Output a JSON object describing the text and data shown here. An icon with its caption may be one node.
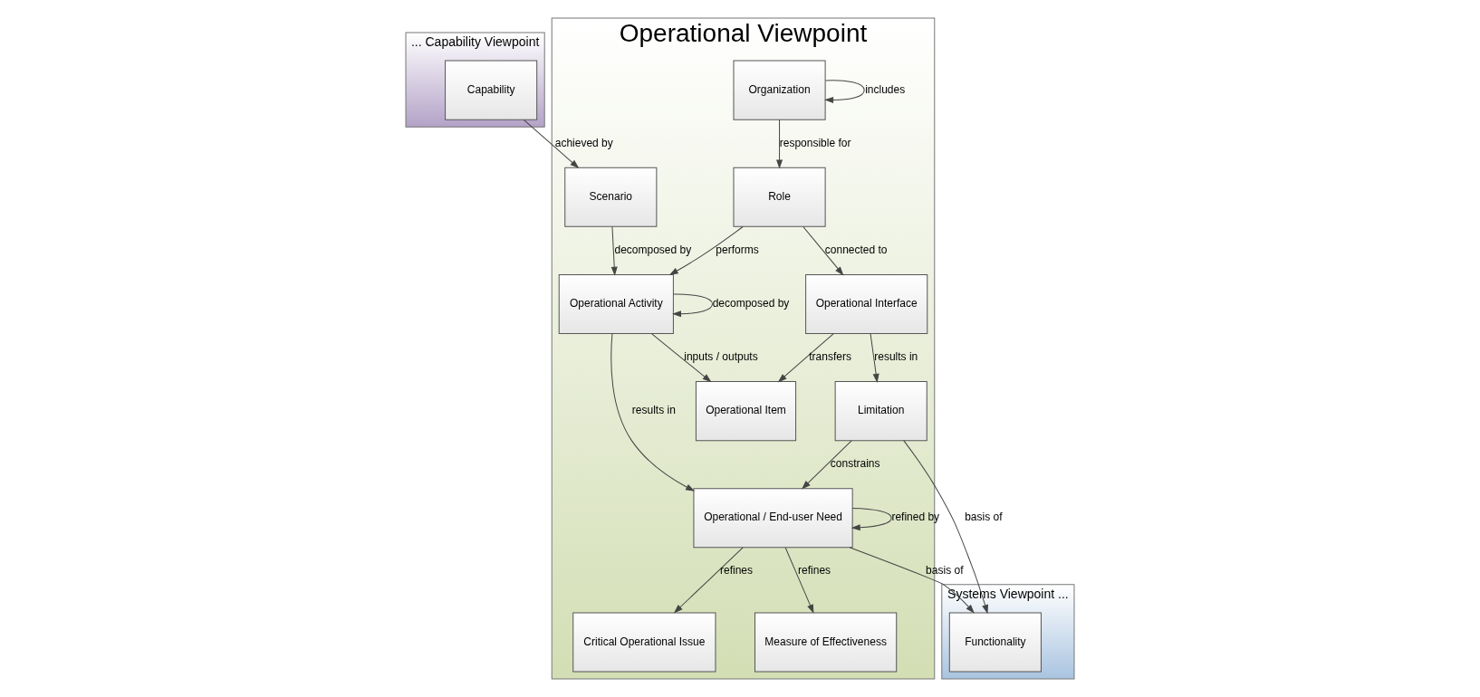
{
  "diagram": {
    "nodes": [
      {
        "text": [
          "... Capability Viewpoint"
        ]
      },
      {
        "text": [
          "Capability"
        ],
        "in": 0
      },
      {
        "text": [
          "Operational Viewpoint"
        ]
      },
      {
        "text": [
          "Organization"
        ],
        "in": 2
      },
      {
        "text": [
          "Scenario"
        ],
        "in": 2
      },
      {
        "text": [
          "Role"
        ],
        "in": 2
      },
      {
        "text": [
          "Critical Operational Issue"
        ],
        "in": 2
      },
      {
        "text": [
          "Measure of Effectiveness"
        ],
        "in": 2
      },
      {
        "text": [
          "Operational Activity"
        ],
        "in": 2
      },
      {
        "text": [
          "Operational / End-user Need"
        ],
        "in": 2
      },
      {
        "text": [
          "Operational Item"
        ],
        "in": 2
      },
      {
        "text": [
          "Operational Interface"
        ],
        "in": 2
      },
      {
        "text": [
          "Limitation"
        ],
        "in": 2
      },
      {
        "text": [
          "Systems Viewpoint ..."
        ]
      },
      {
        "text": [
          "Functionality"
        ],
        "in": 13
      }
    ],
    "edges": [
      {
        "from": 1,
        "to": 4,
        "arrow": "to",
        "label": "achieved by"
      },
      {
        "from": 3,
        "to": 3,
        "arrow": "to",
        "label": "includes"
      },
      {
        "from": 3,
        "to": 5,
        "arrow": "to",
        "label": "responsible for"
      },
      {
        "from": 4,
        "to": 8,
        "arrow": "to",
        "label": "decomposed by"
      },
      {
        "from": 5,
        "to": 8,
        "arrow": "to",
        "label": "performs"
      },
      {
        "from": 8,
        "to": 8,
        "arrow": "to",
        "label": "decomposed by"
      },
      {
        "from": 8,
        "to": 9,
        "arrow": "to",
        "label": "results in"
      },
      {
        "from": 5,
        "to": 11,
        "arrow": "to",
        "label": "connected to"
      },
      {
        "from": 8,
        "to": 10,
        "arrow": "to",
        "label": "inputs / outputs"
      },
      {
        "from": 9,
        "to": 6,
        "arrow": "to",
        "label": "refines"
      },
      {
        "from": 9,
        "to": 7,
        "arrow": "to",
        "label": "refines"
      },
      {
        "from": 9,
        "to": 9,
        "arrow": "to",
        "label": "refined by"
      },
      {
        "from": 9,
        "to": 14,
        "arrow": "to",
        "label": "basis of"
      },
      {
        "from": 12,
        "to": 14,
        "arrow": "to",
        "label": "basis of"
      },
      {
        "from": 12,
        "to": 9,
        "arrow": "to",
        "label": "constrains"
      },
      {
        "from": 11,
        "to": 10,
        "arrow": "to",
        "label": "transfers"
      },
      {
        "from": 11,
        "to": 12,
        "arrow": "to",
        "label": "results in"
      }
    ]
  }
}
